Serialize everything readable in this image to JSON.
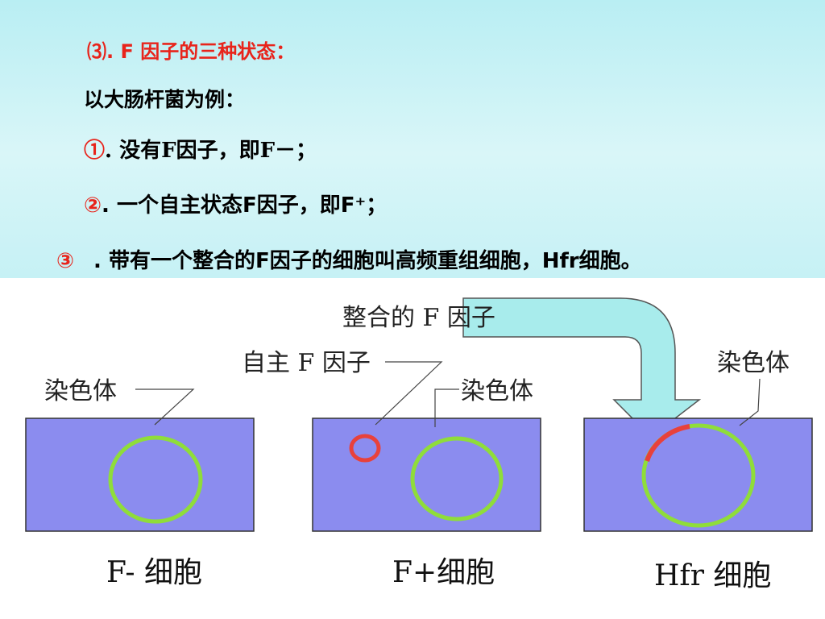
{
  "header": {
    "heading": "⑶. F 因子的三种状态：",
    "intro": "以大肠杆菌为例：",
    "items": [
      {
        "mark": "①",
        "text": ". 没有F因子，即F－；"
      },
      {
        "mark": "②",
        "text": ". 一个自主状态F因子，即F⁺；"
      },
      {
        "mark": "③",
        "text": ".  带有一个整合的F因子的细胞叫高频重组细胞，Hfr细胞。"
      }
    ]
  },
  "diagram": {
    "cells": [
      {
        "caption": "F- 细胞",
        "chromosome_label": "染色体"
      },
      {
        "caption": "F+细胞",
        "chromosome_label": "染色体",
        "factor_label": "自主 F 因子"
      },
      {
        "caption": "Hfr 细胞",
        "chromosome_label": "染色体",
        "arrow_label": "整合的 F 因子"
      }
    ],
    "colors": {
      "cell_fill": "#8b8cef",
      "chromosome": "#8fdd3a",
      "f_factor": "#e8413b",
      "arrow_fill": "#a8ecec"
    }
  }
}
